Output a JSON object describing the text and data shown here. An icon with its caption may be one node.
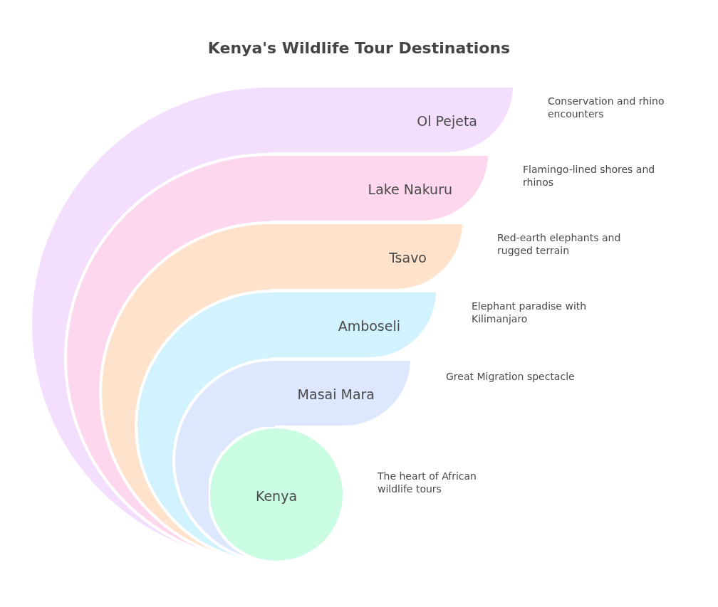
{
  "diagram": {
    "title": "Kenya's Wildlife Tour Destinations",
    "nodes": [
      {
        "text": [
          "Ol Pejeta"
        ]
      },
      {
        "text": [
          "Lake Nakuru"
        ]
      },
      {
        "text": [
          "Tsavo"
        ]
      },
      {
        "text": [
          "Amboseli"
        ]
      },
      {
        "text": [
          "Masai Mara"
        ]
      },
      {
        "text": [
          "Kenya"
        ]
      }
    ],
    "labels": [
      "Conservation and rhino encounters",
      "Flamingo-lined shores and rhinos",
      "Red-earth elephants and rugged terrain",
      "Elephant paradise with Kilimanjaro",
      "Great Migration spectacle",
      "The heart of African wildlife tours"
    ]
  }
}
